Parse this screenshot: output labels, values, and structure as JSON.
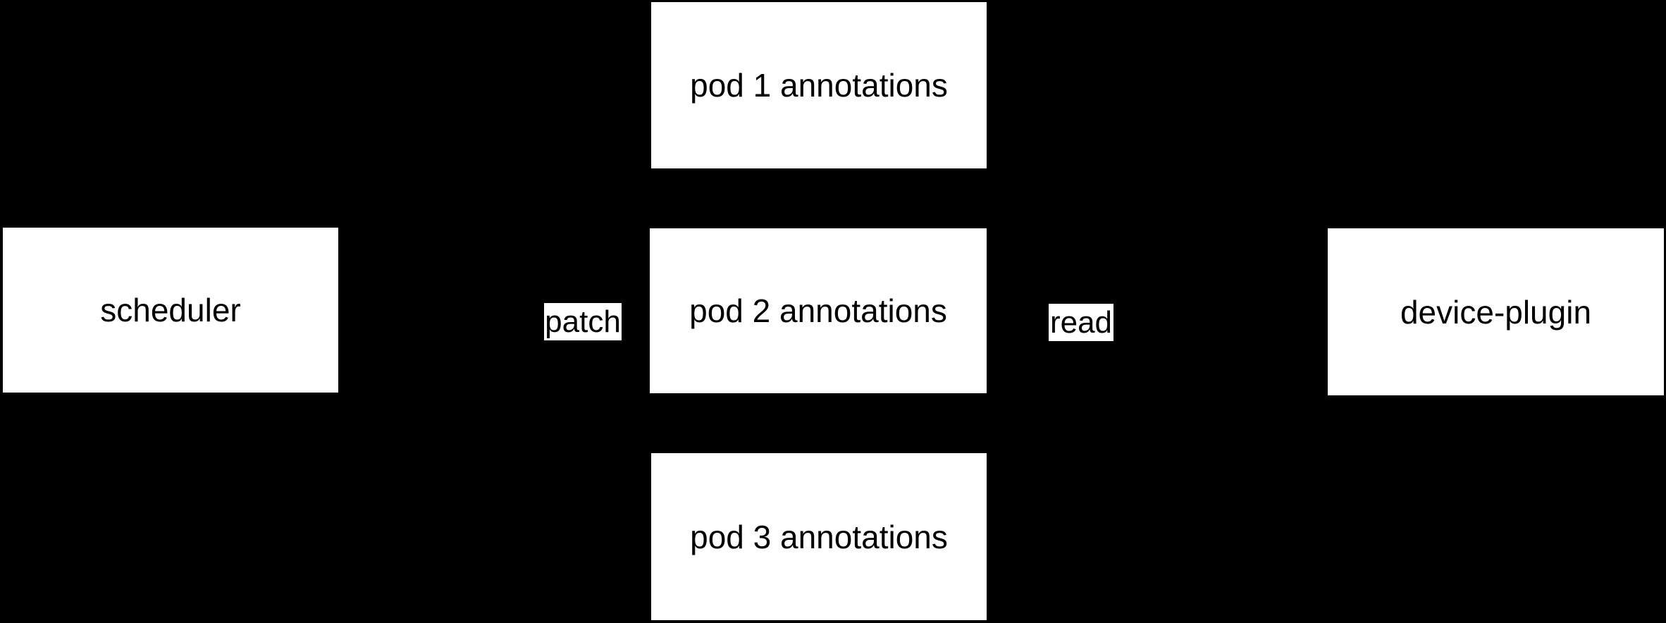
{
  "diagram": {
    "type": "flow-diagram",
    "colors": {
      "background": "#000000",
      "node_fill": "#ffffff",
      "node_text": "#000000",
      "edge_label_fill": "#ffffff",
      "edge_label_text": "#000000"
    },
    "nodes": [
      {
        "id": "scheduler",
        "label": "scheduler"
      },
      {
        "id": "pod-1-annotations",
        "label": "pod 1 annotations"
      },
      {
        "id": "pod-2-annotations",
        "label": "pod 2 annotations"
      },
      {
        "id": "pod-3-annotations",
        "label": "pod 3 annotations"
      },
      {
        "id": "device-plugin",
        "label": "device-plugin"
      }
    ],
    "edge_labels": [
      {
        "id": "patch",
        "label": "patch"
      },
      {
        "id": "read",
        "label": "read"
      }
    ]
  }
}
